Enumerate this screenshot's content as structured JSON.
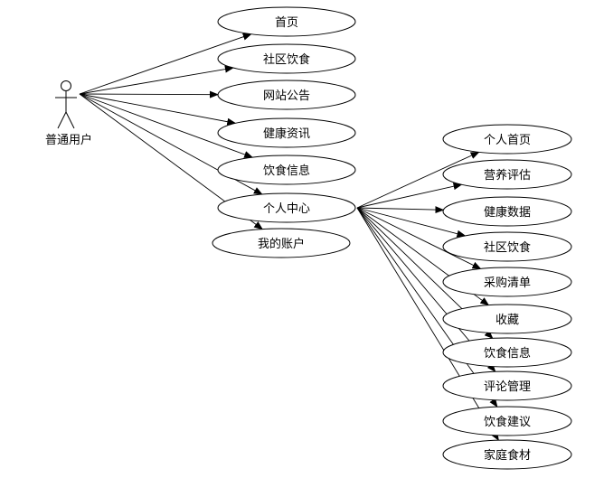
{
  "actor": {
    "name": "普通用户"
  },
  "main_use_cases": [
    {
      "label": "首页"
    },
    {
      "label": "社区饮食"
    },
    {
      "label": "网站公告"
    },
    {
      "label": "健康资讯"
    },
    {
      "label": "饮食信息"
    },
    {
      "label": "个人中心"
    },
    {
      "label": "我的账户"
    }
  ],
  "personal_center_use_cases": [
    {
      "label": "个人首页"
    },
    {
      "label": "营养评估"
    },
    {
      "label": "健康数据"
    },
    {
      "label": "社区饮食"
    },
    {
      "label": "采购清单"
    },
    {
      "label": "收藏"
    },
    {
      "label": "饮食信息"
    },
    {
      "label": "评论管理"
    },
    {
      "label": "饮食建议"
    },
    {
      "label": "家庭食材"
    }
  ],
  "colors": {
    "line": "#000000",
    "background": "#ffffff"
  }
}
